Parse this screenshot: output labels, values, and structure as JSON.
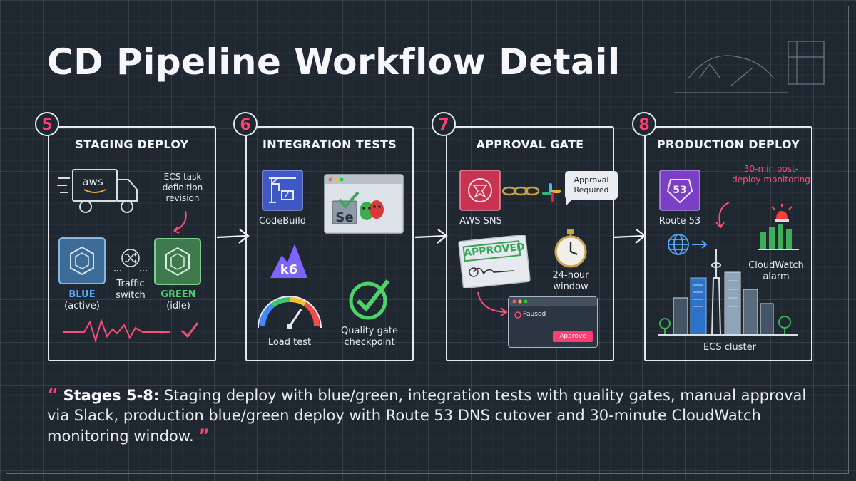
{
  "title": "CD Pipeline Workflow Detail",
  "colors": {
    "accent": "#ff3d6e",
    "background": "#1f2731",
    "blue": "#5aa9ff",
    "green": "#4ed36b",
    "panel_border": "#e6eaef"
  },
  "stages": [
    {
      "number": "5",
      "title": "STAGING DEPLOY",
      "truck_logo": "aws",
      "note": "ECS task definition revision",
      "blue_label": "BLUE",
      "blue_state": "(active)",
      "switch_label": "Traffic switch",
      "green_label": "GREEN",
      "green_state": "(idle)",
      "icons": [
        "truck-icon",
        "ecs-blue-icon",
        "shuffle-icon",
        "ecs-green-icon",
        "heartbeat-icon",
        "check-icon"
      ]
    },
    {
      "number": "6",
      "title": "INTEGRATION TESTS",
      "codebuild_label": "CodeBuild",
      "k6_label": "k6",
      "selenium_label": "Se",
      "load_test_label": "Load test",
      "quality_gate_label": "Quality gate checkpoint",
      "icons": [
        "codebuild-icon",
        "selenium-window-icon",
        "k6-icon",
        "gauge-icon",
        "quality-check-icon"
      ]
    },
    {
      "number": "7",
      "title": "APPROVAL GATE",
      "sns_label": "AWS SNS",
      "bubble_text": "Approval Required",
      "stamp_text": "APPROVED",
      "window_label": "24-hour window",
      "paused_label": "Paused",
      "approve_button": "Approve",
      "icons": [
        "sns-icon",
        "chain-icon",
        "slack-icon",
        "stamp-icon",
        "stopwatch-icon"
      ]
    },
    {
      "number": "8",
      "title": "PRODUCTION DEPLOY",
      "route53_label": "Route 53",
      "route53_badge": "53",
      "monitor_note": "30-min post-deploy monitoring",
      "alarm_label": "CloudWatch alarm",
      "cluster_label": "ECS cluster",
      "icons": [
        "route53-icon",
        "globe-icon",
        "alarm-icon",
        "city-icon"
      ]
    }
  ],
  "summary": {
    "lead": "Stages 5-8:",
    "text": " Staging deploy with blue/green, integration tests with quality gates, manual approval via Slack, production blue/green deploy with Route 53 DNS cutover and 30-minute CloudWatch monitoring window."
  }
}
